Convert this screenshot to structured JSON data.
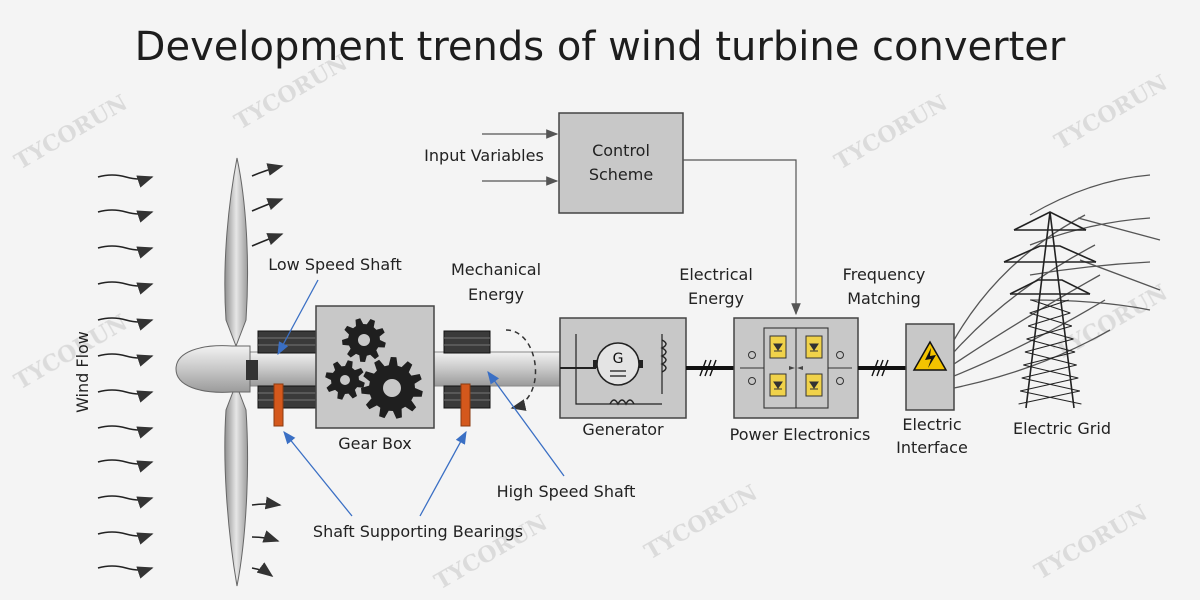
{
  "title": "Development trends of wind turbine converter",
  "labels": {
    "wind_flow": "Wind Flow",
    "input_variables": "Input Variables",
    "control_scheme_1": "Control",
    "control_scheme_2": "Scheme",
    "low_speed_shaft": "Low Speed Shaft",
    "mechanical_energy_1": "Mechanical",
    "mechanical_energy_2": "Energy",
    "electrical_energy_1": "Electrical",
    "electrical_energy_2": "Energy",
    "frequency_matching_1": "Frequency",
    "frequency_matching_2": "Matching",
    "gear_box": "Gear Box",
    "generator": "Generator",
    "generator_symbol": "G",
    "power_electronics": "Power Electronics",
    "electric_interface_1": "Electric",
    "electric_interface_2": "Interface",
    "electric_grid": "Electric Grid",
    "high_speed_shaft": "High Speed Shaft",
    "shaft_supporting_bearings": "Shaft Supporting Bearings"
  },
  "watermark": "TYCORUN"
}
